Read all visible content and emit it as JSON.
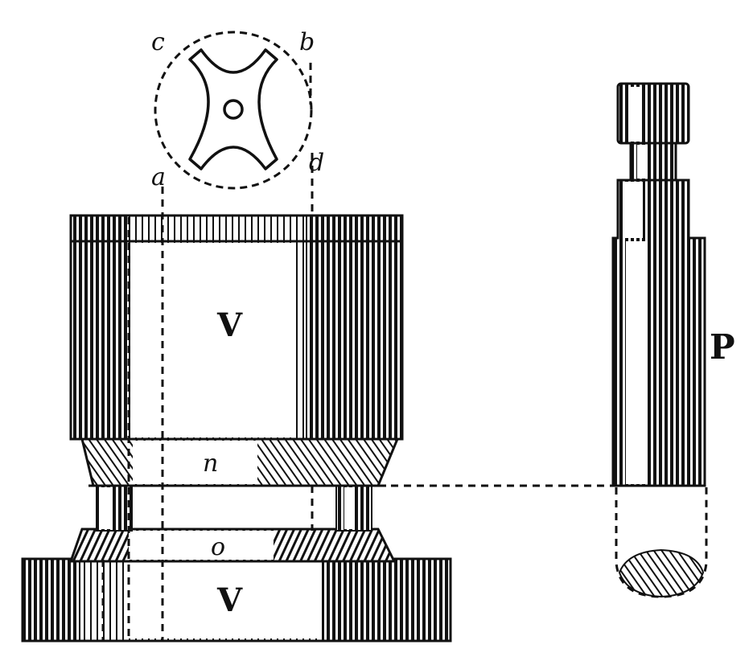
{
  "labels": {
    "a": "a",
    "b": "b",
    "c": "c",
    "d": "d",
    "upper_vessel": "V",
    "lower_vessel": "V",
    "neck_upper": "n",
    "neck_lower": "o",
    "plunger": "P"
  },
  "colors": {
    "ink": "#111111",
    "paper": "#ffffff"
  }
}
